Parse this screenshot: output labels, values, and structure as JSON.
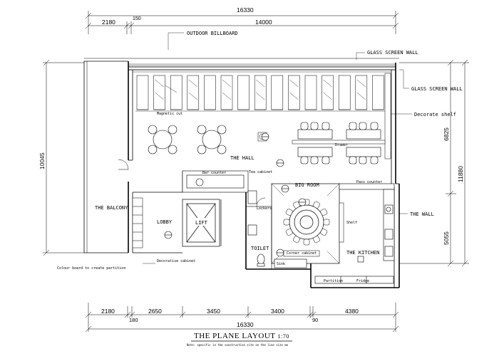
{
  "title": "THE PLANE LAYOUT",
  "scale": "1:70",
  "subtitle": "Note: specific in the construction site on the line size me",
  "rooms": {
    "hall": "THE HALL",
    "balcony": "THE BALCONY",
    "lobby": "LOBBY",
    "lift": "LIFT",
    "toilet": "TOILET",
    "kitchen": "THE KITCHEN",
    "big_room": "BIG ROOM"
  },
  "labels": {
    "outdoor_billboard": "OUTDOOR BILLBOARD",
    "glass_screen_wall_top": "GLASS SCREEN WALL",
    "glass_screen_wall_right": "GLASS SCREEN WALL",
    "decorate_shelf": "Decorate shelf",
    "the_wall": "THE WALL",
    "magnetic_cut": "Magnetic cut",
    "bar_counter": "Bar counter",
    "tea_cabinet": "Tea cabinet",
    "lockers": "Lockers",
    "shelf": "Shelf",
    "pass_counter": "Pass counter",
    "corner_cabinet": "Corner cabinet",
    "decorative_cabinet": "Decorative cabinet",
    "colour_board": "Colour board to create partition",
    "drawer": "Drawer",
    "partition": "Partition",
    "fridge": "Fridge",
    "sink": "Sink"
  },
  "dimensions": {
    "top_total": "16330",
    "top_a": "2180",
    "top_b": "150",
    "top_c": "14000",
    "bottom_total": "16330",
    "bottom": [
      "2180",
      "180",
      "2650",
      "3450",
      "3400",
      "90",
      "4380"
    ],
    "left": "10045",
    "right_a": "6825",
    "right_b": "5055",
    "right_total": "11880"
  }
}
